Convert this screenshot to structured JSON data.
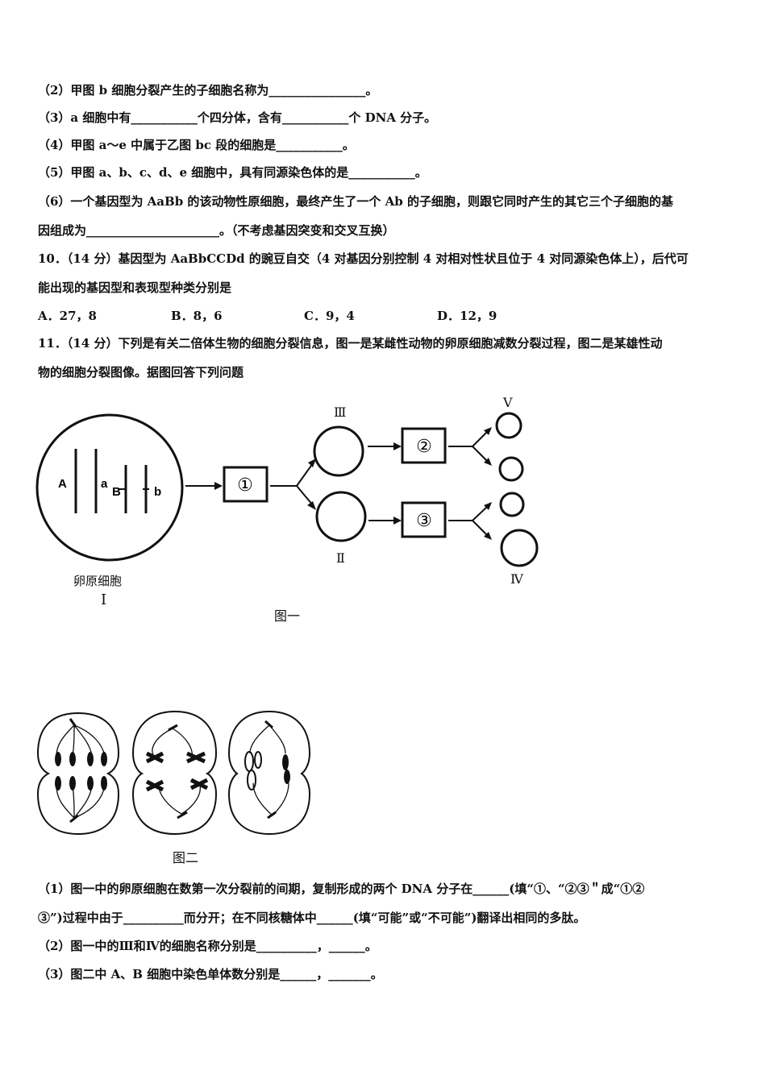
{
  "lines": {
    "l1": "（2）甲图 b 细胞分裂产生的子细胞名称为________________。",
    "l2": "（3）a 细胞中有___________个四分体，含有___________个 DNA 分子。",
    "l3": "（4）甲图 a～e 中属于乙图 bc 段的细胞是___________。",
    "l4": "（5）甲图 a、b、c、d、e 细胞中，具有同源染色体的是___________。",
    "l5": "（6）一个基因型为 AaBb 的该动物性原细胞，最终产生了一个 Ab 的子细胞，则跟它同时产生的其它三个子细胞的基",
    "l6": "因组成为______________________。（不考虑基因突变和交叉互换）",
    "q10a": "10．（14 分）基因型为 AaBbCCDd 的豌豆自交（4 对基因分别控制 4 对相对性状且位于 4 对同源染色体上），后代可",
    "q10b": "能出现的基因型和表现型种类分别是",
    "q11a": "11．（14 分）下列是有关二倍体生物的细胞分裂信息，图一是某雌性动物的卵原细胞减数分裂过程，图二是某雄性动",
    "q11b": "物的细胞分裂图像。据图回答下列问题",
    "p1a": "（1）图一中的卵原细胞在数第一次分裂前的间期，复制形成的两个 DNA 分子在______(填“①、“②③＂成“①②",
    "p1b": "③”)过程中由于__________而分开；在不同核糖体中______(填“可能”或“不可能”)翻译出相同的多肽。",
    "p2": "（2）图一中的Ⅲ和Ⅳ的细胞名称分别是__________，______。",
    "p3": "（3）图二中 A、B 细胞中染色单体数分别是______，_______。"
  },
  "options": {
    "A": "A．27，8",
    "B": "B．8，6",
    "C": "C．9，4",
    "D": "D．12，9"
  },
  "figure1": {
    "cell_caption": "卵原细胞",
    "cell_numeral": "Ⅰ",
    "step1": "①",
    "step2": "②",
    "step3": "③",
    "label_III": "Ⅲ",
    "label_II": "Ⅱ",
    "label_V": "Ⅴ",
    "label_IV": "Ⅳ",
    "gene_A": "A",
    "gene_a": "a",
    "gene_B": "B",
    "gene_b": "b",
    "caption": "图一"
  },
  "figure2": {
    "caption": "图二"
  }
}
